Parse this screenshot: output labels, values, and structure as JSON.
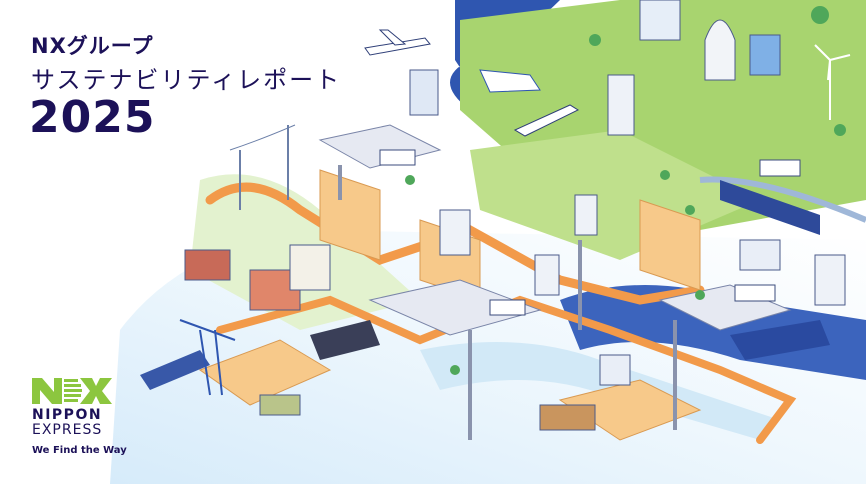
{
  "title": {
    "line1": "NXグループ",
    "line2": "サステナビリティレポート",
    "year": "2025"
  },
  "brand": {
    "mark": "NX",
    "name1": "NIPPON",
    "name2": "EXPRESS",
    "tagline": "We Find the Way",
    "green": "#8cc63f",
    "navy": "#1c1158"
  }
}
